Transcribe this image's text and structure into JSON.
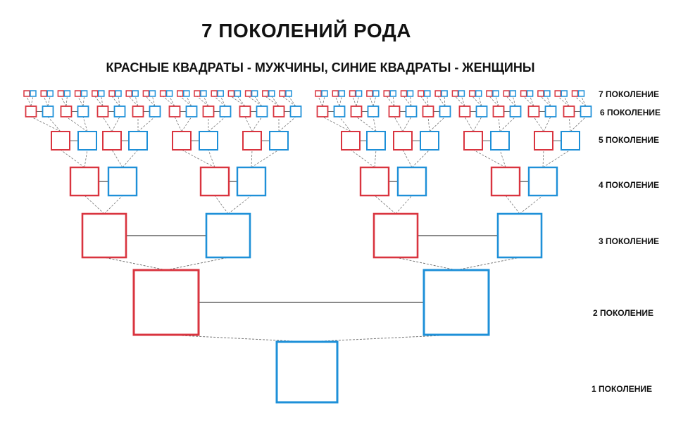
{
  "title": "7 ПОКОЛЕНИЙ РОДА",
  "subtitle": "КРАСНЫЕ КВАДРАТЫ - МУЖЧИНЫ, СИНИЕ КВАДРАТЫ - ЖЕНЩИНЫ",
  "colors": {
    "male": "#d9343f",
    "female": "#1e90d8"
  },
  "generations": [
    {
      "number": 1,
      "label": "1 ПОКОЛЕНИЕ"
    },
    {
      "number": 2,
      "label": "2 ПОКОЛЕНИЕ"
    },
    {
      "number": 3,
      "label": "3 ПОКОЛЕНИЕ"
    },
    {
      "number": 4,
      "label": "4 ПОКОЛЕНИЕ"
    },
    {
      "number": 5,
      "label": "5 ПОКОЛЕНИЕ"
    },
    {
      "number": 6,
      "label": "6 ПОКОЛЕНИЕ"
    },
    {
      "number": 7,
      "label": "7 ПОКОЛЕНИЕ"
    }
  ]
}
